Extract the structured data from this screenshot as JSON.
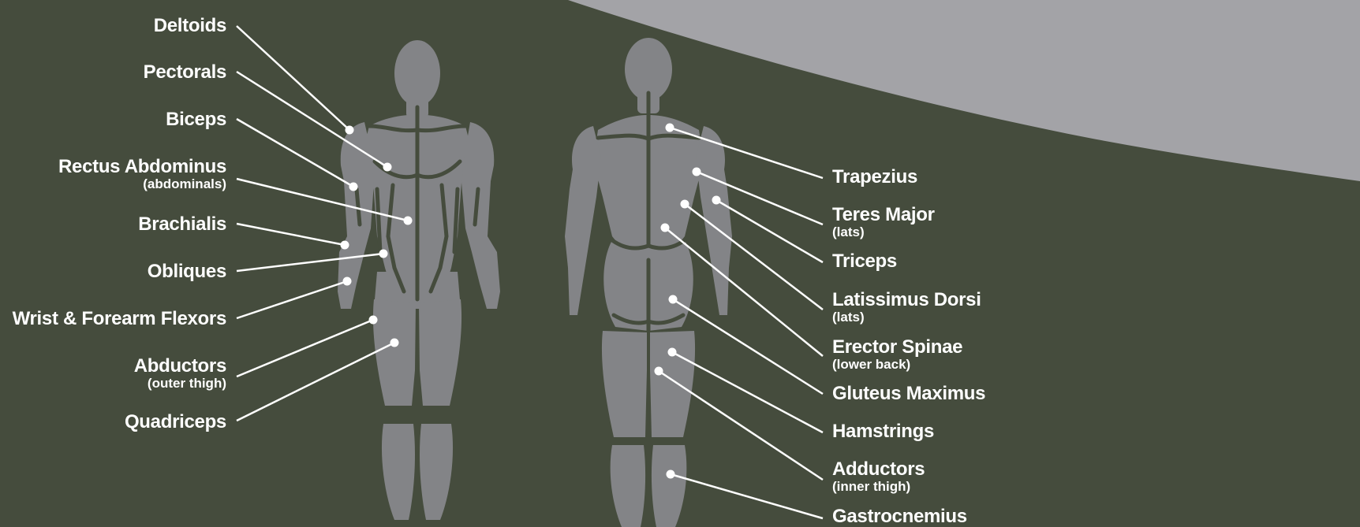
{
  "colors": {
    "background": "#454c3d",
    "corner_wedge": "#a3a3a7",
    "body_silhouette": "#838487",
    "leader_line": "#ffffff"
  },
  "front_labels": [
    {
      "main": "Deltoids"
    },
    {
      "main": "Pectorals"
    },
    {
      "main": "Biceps"
    },
    {
      "main": "Rectus Abdominus",
      "sub": "(abdominals)"
    },
    {
      "main": "Brachialis"
    },
    {
      "main": "Obliques"
    },
    {
      "main": "Wrist & Forearm Flexors"
    },
    {
      "main": "Abductors",
      "sub": "(outer thigh)"
    },
    {
      "main": "Quadriceps"
    }
  ],
  "back_labels": [
    {
      "main": "Trapezius"
    },
    {
      "main": "Teres Major",
      "sub": "(lats)"
    },
    {
      "main": "Triceps"
    },
    {
      "main": "Latissimus Dorsi",
      "sub": "(lats)"
    },
    {
      "main": "Erector Spinae",
      "sub": "(lower back)"
    },
    {
      "main": "Gluteus Maximus"
    },
    {
      "main": "Hamstrings"
    },
    {
      "main": "Adductors",
      "sub": "(inner thigh)"
    },
    {
      "main": "Gastrocnemius"
    }
  ]
}
